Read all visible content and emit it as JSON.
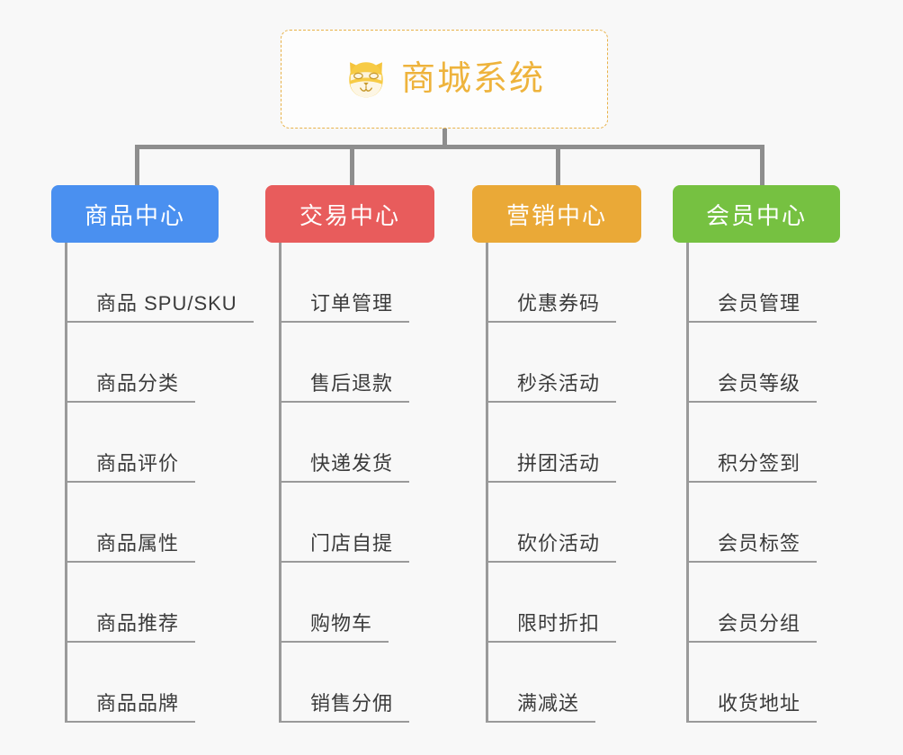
{
  "page": {
    "background_color": "#f8f8f8",
    "diagram_type": "org-chart"
  },
  "root": {
    "title": "商城系统",
    "icon": "shiba-inu-mascot-icon",
    "text_color": "#eeb33c",
    "border_color": "#e8b24a",
    "background_color": "#fdfdfd"
  },
  "connector": {
    "color": "#8e8e8e"
  },
  "categories": [
    {
      "label": "商品中心",
      "color": "#4a90f0",
      "items": [
        "商品 SPU/SKU",
        "商品分类",
        "商品评价",
        "商品属性",
        "商品推荐",
        "商品品牌"
      ]
    },
    {
      "label": "交易中心",
      "color": "#e85c5c",
      "items": [
        "订单管理",
        "售后退款",
        "快递发货",
        "门店自提",
        "购物车",
        "销售分佣"
      ]
    },
    {
      "label": "营销中心",
      "color": "#eaa937",
      "items": [
        "优惠券码",
        "秒杀活动",
        "拼团活动",
        "砍价活动",
        "限时折扣",
        "满减送"
      ]
    },
    {
      "label": "会员中心",
      "color": "#76c141",
      "items": [
        "会员管理",
        "会员等级",
        "积分签到",
        "会员标签",
        "会员分组",
        "收货地址"
      ]
    }
  ]
}
